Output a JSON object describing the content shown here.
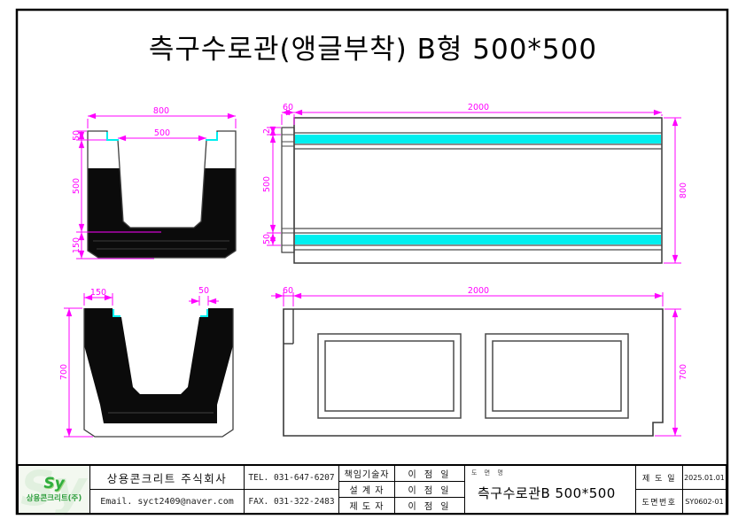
{
  "title": "측구수로관(앵글부착) B형 500*500",
  "colors": {
    "dimension": "#ff00ff",
    "angle_steel": "#00efef",
    "wall_fill": "#0b0b0b",
    "outline": "#3f3f3f",
    "logo_green": "#2fae3e"
  },
  "views": {
    "section_upper": {
      "name": "cross-section with angle",
      "dims": {
        "outer_width": "800",
        "inner_width": "500",
        "lip_height": "50",
        "body_height": "500",
        "base_height": "150"
      }
    },
    "elevation_upper": {
      "name": "side elevation",
      "dims": {
        "end_offset": "60",
        "length": "2000",
        "angle_edge": "2",
        "clear_height": "500",
        "angle_height": "50",
        "total_height": "800"
      }
    },
    "section_lower": {
      "name": "cross-section",
      "dims": {
        "wall_width": "150",
        "angle_seat": "50",
        "total_height": "700"
      }
    },
    "elevation_lower": {
      "name": "side elevation outer face",
      "dims": {
        "end_offset": "60",
        "length": "2000",
        "total_height": "700"
      }
    }
  },
  "title_block": {
    "logo": {
      "mark": "Sy",
      "company_short": "상용콘크리트(주)"
    },
    "company_name": "상용콘크리트 주식회사",
    "email": "Email. syct2409@naver.com",
    "tel": "TEL. 031-647-6207",
    "fax": "FAX. 031-322-2483",
    "roles": [
      {
        "label": "책임기술자",
        "name": "이 점 일"
      },
      {
        "label": "설 계 자",
        "name": "이 점 일"
      },
      {
        "label": "제 도 자",
        "name": "이 점 일"
      }
    ],
    "drawing_name_label": "도 면 명",
    "drawing_name": "측구수로관B 500*500",
    "date_label": "제 도 일",
    "date_value": "2025.01.01",
    "number_label": "도면번호",
    "number_value": "SY0602-01"
  }
}
